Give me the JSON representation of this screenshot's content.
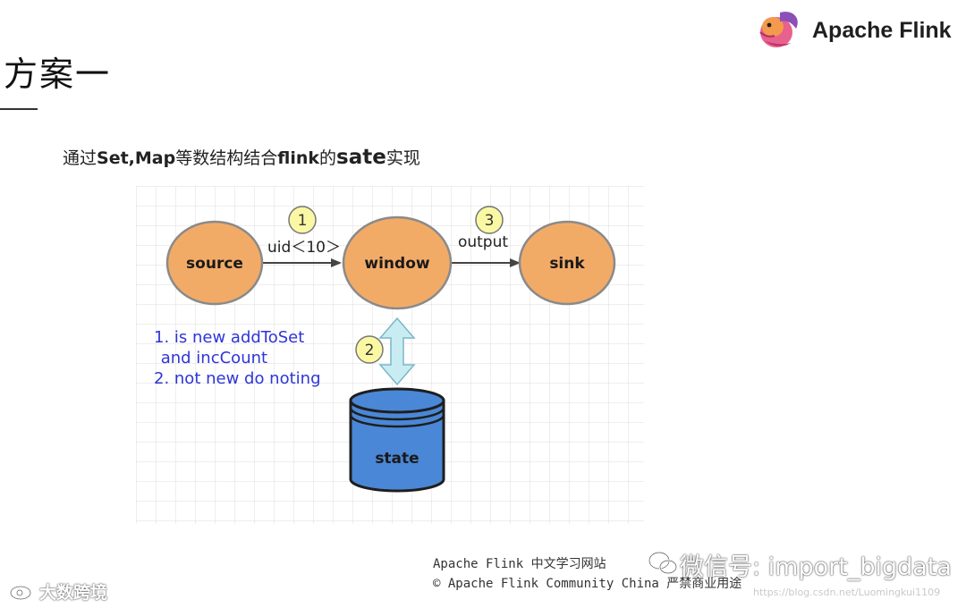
{
  "brand": {
    "name": "Apache Flink",
    "logo_icon": "flink-squirrel-logo-icon"
  },
  "slide": {
    "title": "方案一",
    "subtitle": {
      "p1": "通过",
      "p2": "Set,Map",
      "p3": "等数结构结合",
      "p4": "flink",
      "p5": "的",
      "p6": "sate",
      "p7": "实现"
    }
  },
  "diagram": {
    "nodes": {
      "source": "source",
      "window": "window",
      "sink": "sink",
      "state": "state"
    },
    "edges": {
      "uid": "uid＜10＞",
      "output": "output"
    },
    "steps": {
      "s1": "1",
      "s2": "2",
      "s3": "3"
    },
    "notes": [
      "1. is new addToSet",
      " and incCount",
      "2. not new do noting"
    ],
    "colors": {
      "node_fill": "#f2ab67",
      "node_stroke": "#8a8a8a",
      "state_fill": "#4a87d6",
      "arrow": "#444444",
      "grid": "#dcdcdc",
      "step_fill": "#fbf8a4",
      "state_arrow": "#c9ecf3",
      "note": "#2e35d6"
    }
  },
  "footer": {
    "line1": "Apache Flink 中文学习网站 ",
    "line2": "© Apache Flink Community China 严禁商业用途"
  },
  "watermarks": {
    "left": "大数跨境",
    "right": "微信号: import_bigdata",
    "url": "https://blog.csdn.net/Luomingkui1109"
  }
}
